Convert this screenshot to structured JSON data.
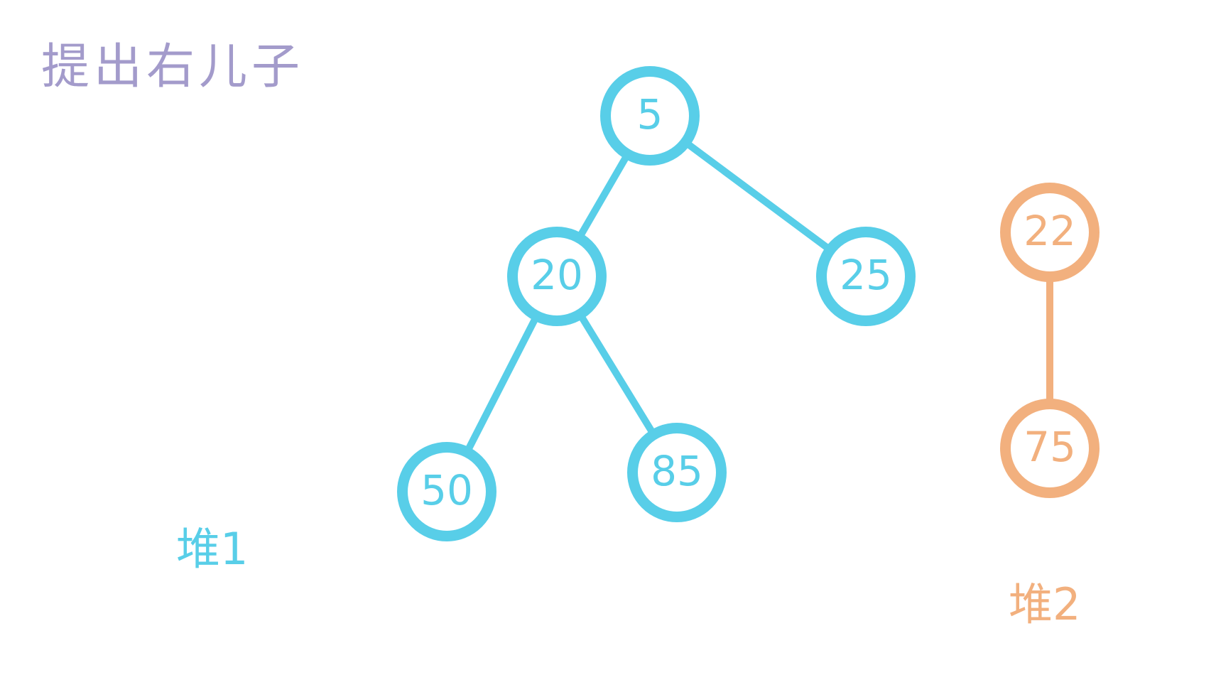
{
  "title": "提出右儿子",
  "heap1": {
    "label": "堆1",
    "color": "#58CEE8",
    "nodes": [
      {
        "id": "n5",
        "value": "5"
      },
      {
        "id": "n20",
        "value": "20"
      },
      {
        "id": "n25",
        "value": "25"
      },
      {
        "id": "n50",
        "value": "50"
      },
      {
        "id": "n85",
        "value": "85"
      }
    ],
    "edges": [
      [
        "n5",
        "n20"
      ],
      [
        "n5",
        "n25"
      ],
      [
        "n20",
        "n50"
      ],
      [
        "n20",
        "n85"
      ]
    ]
  },
  "heap2": {
    "label": "堆2",
    "color": "#F2B07E",
    "nodes": [
      {
        "id": "n22",
        "value": "22"
      },
      {
        "id": "n75",
        "value": "75"
      }
    ],
    "edges": [
      [
        "n22",
        "n75"
      ]
    ]
  },
  "colors": {
    "title": "#A39BCB",
    "background": "#ffffff"
  }
}
